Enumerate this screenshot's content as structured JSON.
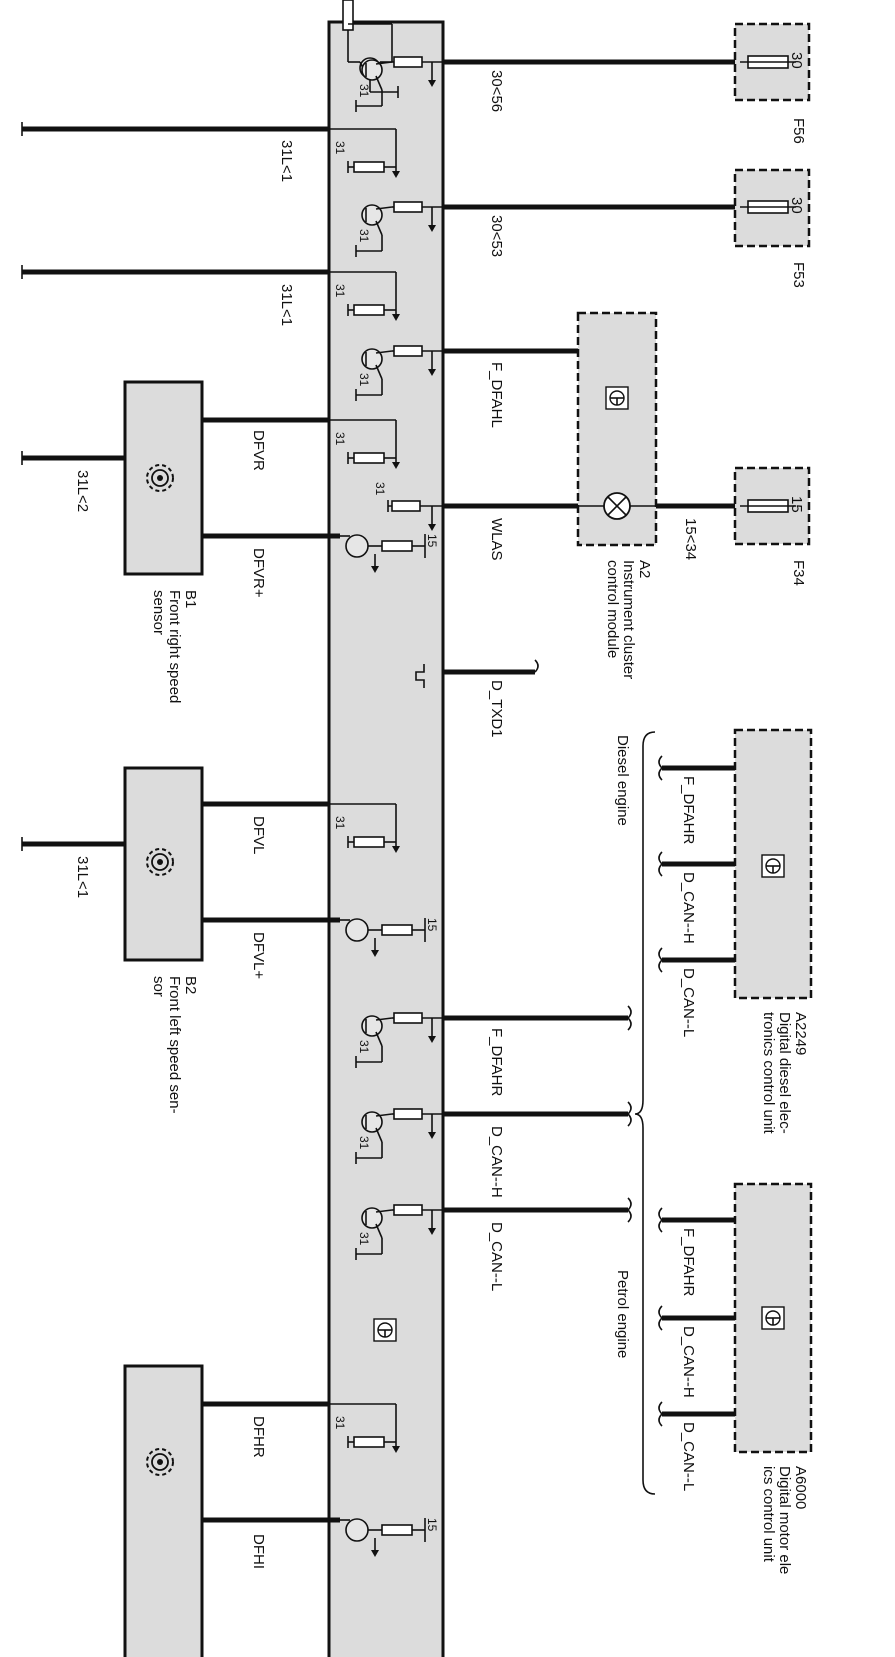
{
  "components": {
    "f56": {
      "id": "F56",
      "pin": "30"
    },
    "f53": {
      "id": "F53",
      "pin": "30"
    },
    "f34": {
      "id": "F34",
      "pin": "15"
    },
    "a2": {
      "id": "A2",
      "desc_1": "Instrument cluster",
      "desc_2": "control module"
    },
    "a2249": {
      "id": "A2249",
      "desc_1": "Digital diesel elec-",
      "desc_2": "tronics control unit"
    },
    "a6000": {
      "id": "A6000",
      "desc_1": "Digital motor ele",
      "desc_2": "ics control unit"
    },
    "b1": {
      "id": "B1",
      "desc_1": "Front right speed",
      "desc_2": "sensor"
    },
    "b2": {
      "id": "B2",
      "desc_1": "Front left speed sen-",
      "desc_2": "sor"
    }
  },
  "wires": {
    "w_30_56": "30<56",
    "w_30_53": "30<53",
    "w_f_dfahl": "F_DFAHL",
    "w_wlas": "WLAS",
    "w_15_34": "15<34",
    "w_d_txd1": "D_TXD1",
    "w_f_dfahr": "F_DFAHR",
    "w_d_can_h": "D_CAN--H",
    "w_d_can_l": "D_CAN--L",
    "w_dfvr": "DFVR",
    "w_dfvr_plus": "DFVR+",
    "w_dfvl": "DFVL",
    "w_dfvl_plus": "DFVL+",
    "w_dfhr": "DFHR",
    "w_dfhl_partial": "DFHI",
    "gnd_31l1": "31L<1",
    "gnd_31l2": "31L<2"
  },
  "engines": {
    "diesel": "Diesel engine",
    "petrol": "Petrol engine"
  },
  "internal": {
    "pin31": "31",
    "pin15": "15"
  }
}
